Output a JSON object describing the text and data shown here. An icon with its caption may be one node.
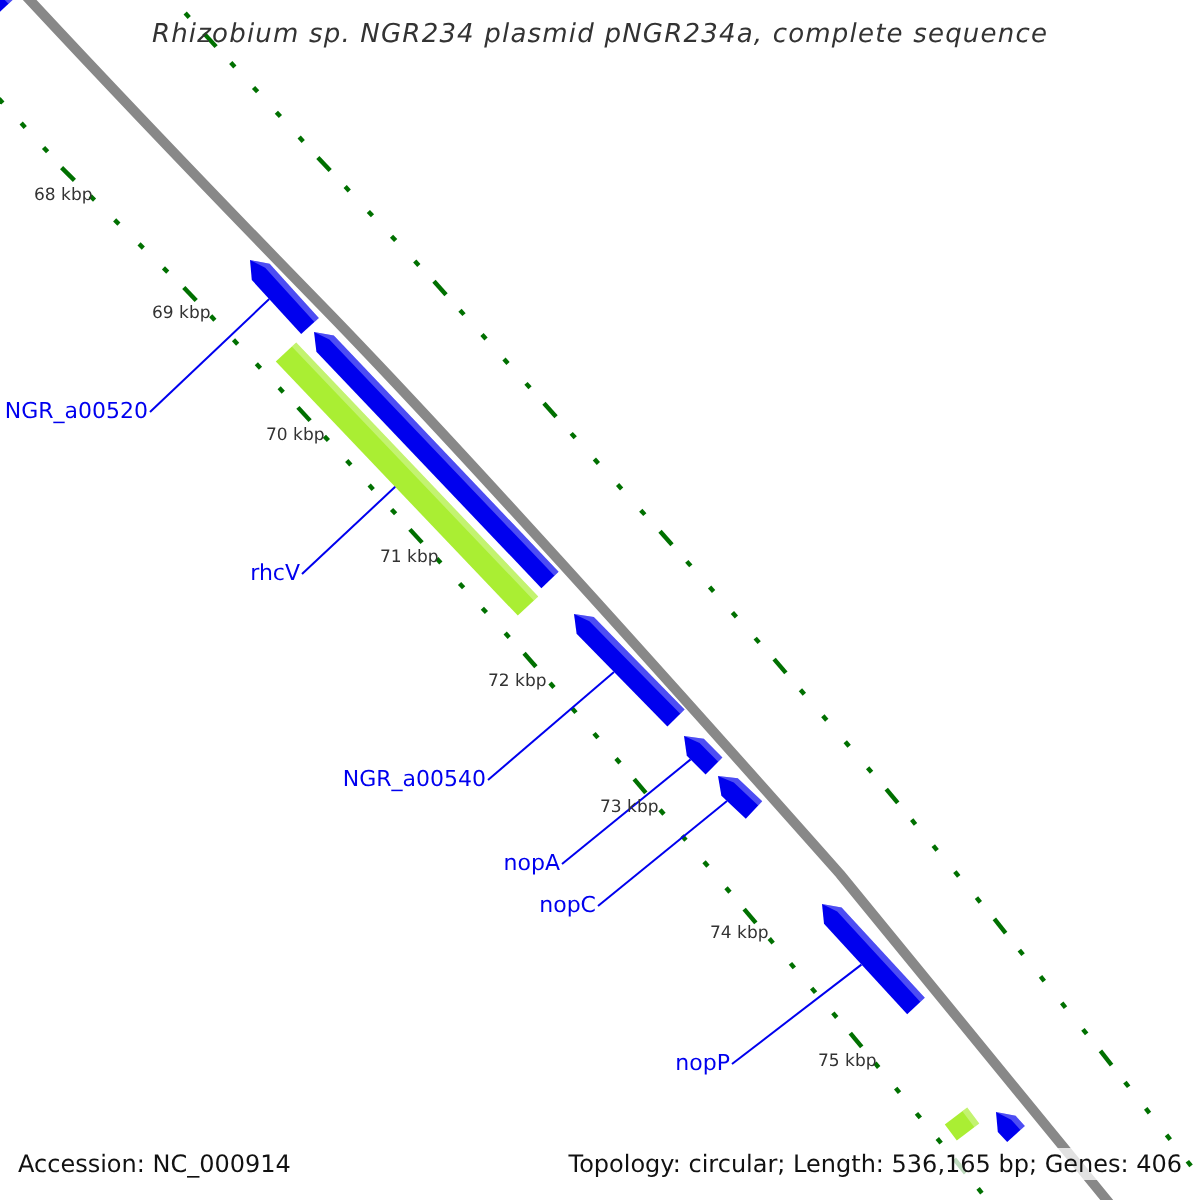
{
  "diagram": {
    "title": "Rhizobium sp. NGR234 plasmid pNGR234a, complete sequence",
    "nodes": [
      {
        "text": [],
        "shape": "arrow"
      },
      {
        "text": [],
        "shape": "arrow"
      },
      {
        "text": [
          "NGR_a00520"
        ]
      },
      {
        "text": [],
        "shape": "arrow"
      },
      {
        "text": [],
        "shape": "bar"
      },
      {
        "text": [
          "rhcV"
        ]
      },
      {
        "text": [],
        "shape": "arrow"
      },
      {
        "text": [
          "NGR_a00540"
        ]
      },
      {
        "text": [],
        "shape": "arrow"
      },
      {
        "text": [
          "nopA"
        ]
      },
      {
        "text": [],
        "shape": "arrow"
      },
      {
        "text": [
          "nopC"
        ]
      },
      {
        "text": [],
        "shape": "arrow"
      },
      {
        "text": [
          "nopP"
        ]
      },
      {
        "text": [],
        "shape": "bar"
      },
      {
        "text": [],
        "shape": "arrow"
      }
    ],
    "edges": [
      {
        "from": 2,
        "to": 1,
        "arrow": "none"
      },
      {
        "from": 5,
        "to": 4,
        "arrow": "none"
      },
      {
        "from": 7,
        "to": 6,
        "arrow": "none"
      },
      {
        "from": 9,
        "to": 8,
        "arrow": "none"
      },
      {
        "from": 11,
        "to": 10,
        "arrow": "none"
      },
      {
        "from": 13,
        "to": 12,
        "arrow": "none"
      }
    ],
    "labels": [
      "68 kbp",
      "69 kbp",
      "70 kbp",
      "71 kbp",
      "72 kbp",
      "73 kbp",
      "74 kbp",
      "75 kbp",
      "Accession: NC_000914",
      "Topology: circular; Length: 536,165 bp; Genes: 406"
    ]
  }
}
